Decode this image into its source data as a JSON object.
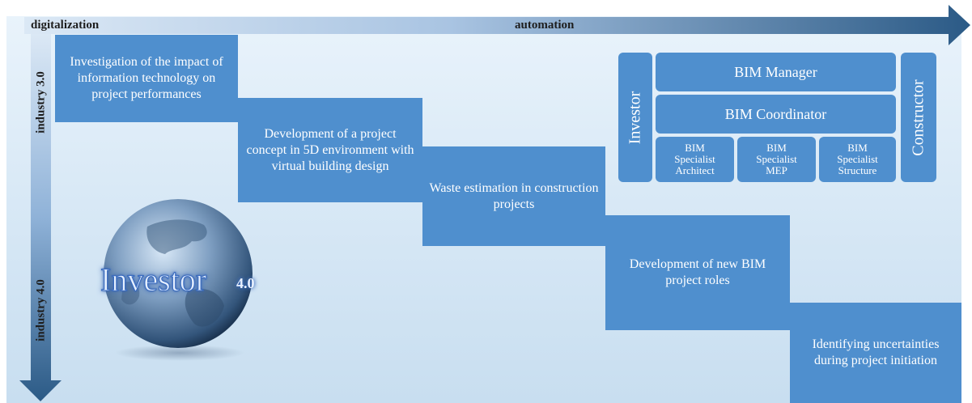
{
  "axes": {
    "horizontal_left": "digitalization",
    "horizontal_right": "automation",
    "vertical_top": "industry 3.0",
    "vertical_bottom": "industry 4.0"
  },
  "steps": [
    "Investigation of the impact of information technology on project performances",
    "Development of a project concept in 5D environment with virtual building design",
    "Waste estimation in construction projects",
    "Development of new BIM project roles",
    "Identifying uncertainties during project initiation"
  ],
  "bim_roles": {
    "investor": "Investor",
    "constructor": "Constructor",
    "manager": "BIM Manager",
    "coordinator": "BIM Coordinator",
    "specialists": [
      {
        "line1": "BIM",
        "line2": "Specialist",
        "line3": "Architect"
      },
      {
        "line1": "BIM",
        "line2": "Specialist",
        "line3": "MEP"
      },
      {
        "line1": "BIM",
        "line2": "Specialist",
        "line3": "Structure"
      }
    ]
  },
  "logo": {
    "word": "Investor",
    "version": "4.0"
  },
  "colors": {
    "box": "#4f8fce",
    "arrow_dark": "#2b5a86",
    "arrow_light": "#cfe0f1"
  }
}
